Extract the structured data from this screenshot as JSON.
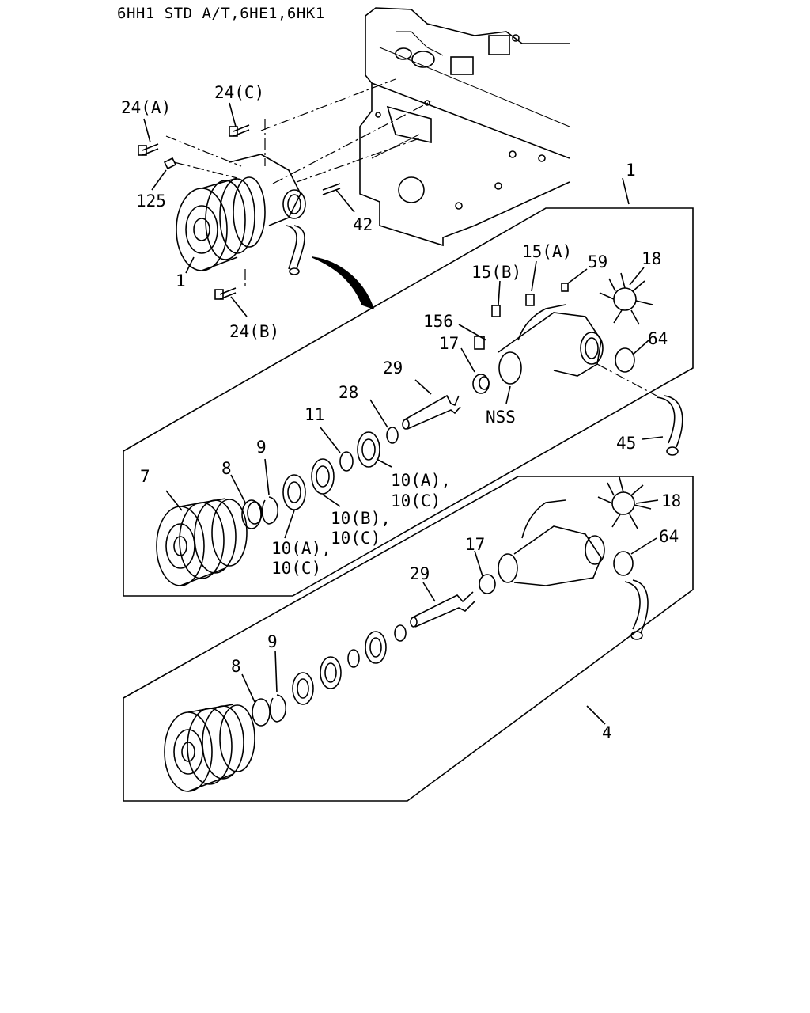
{
  "title": "6HH1 STD A/T,6HE1,6HK1",
  "labels": {
    "l_24a": "24(A)",
    "l_24c": "24(C)",
    "l_125": "125",
    "l_42": "42",
    "l_1_top": "1",
    "l_24b": "24(B)",
    "l_1_callout": "1",
    "l_15a": "15(A)",
    "l_15b": "15(B)",
    "l_59": "59",
    "l_18_top": "18",
    "l_156": "156",
    "l_17_top": "17",
    "l_64_top": "64",
    "l_29_top": "29",
    "l_28": "28",
    "l_nss": "NSS",
    "l_11": "11",
    "l_45": "45",
    "l_9_top": "9",
    "l_8_top": "8",
    "l_7": "7",
    "l_10a_10c_right_1": "10(A),",
    "l_10a_10c_right_2": "10(C)",
    "l_10b_10c_1": "10(B),",
    "l_10b_10c_2": "10(C)",
    "l_10a_10c_left_1": "10(A),",
    "l_10a_10c_left_2": "10(C)",
    "l_18_bot": "18",
    "l_64_bot": "64",
    "l_17_bot": "17",
    "l_29_bot": "29",
    "l_9_bot": "9",
    "l_8_bot": "8",
    "l_4": "4"
  }
}
